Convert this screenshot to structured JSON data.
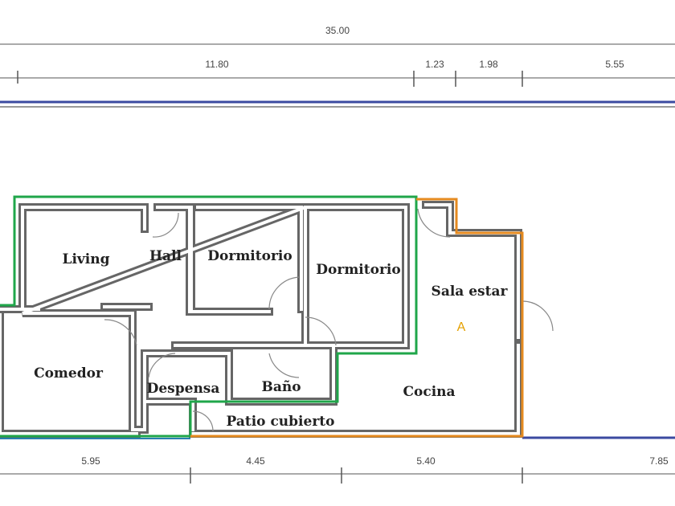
{
  "plan": {
    "dimensions_top": {
      "total": "35.00",
      "segments": [
        "11.80",
        "1.23",
        "1.98",
        "5.55"
      ]
    },
    "dimensions_bottom": {
      "segments": [
        "5.95",
        "4.45",
        "5.40",
        "7.85"
      ]
    },
    "rooms": {
      "living": "Living",
      "hall": "Hall",
      "dormitorio_1": "Dormitorio",
      "dormitorio_2": "Dormitorio",
      "sala_estar": "Sala estar",
      "zone_label": "A",
      "comedor": "Comedor",
      "despensa": "Despensa",
      "bano": "Baño",
      "cocina": "Cocina",
      "patio": "Patio cubierto"
    },
    "colors": {
      "boundary_green": "#1fa64a",
      "boundary_orange": "#e58a1f",
      "lot_line": "#3b4aa0",
      "zone_label": "#e5a000"
    }
  }
}
